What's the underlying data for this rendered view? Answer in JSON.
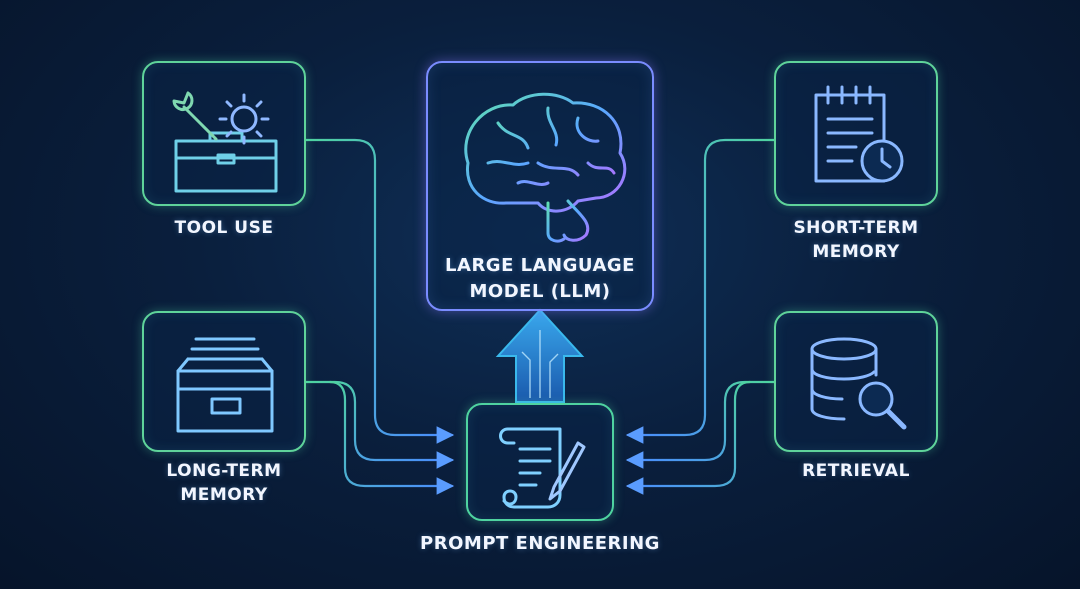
{
  "colors": {
    "background": "#0a1f3d",
    "accent_green": "#5fd39a",
    "accent_blue": "#4aa8ff",
    "accent_purple": "#9b6cff",
    "label_text": "#f2f6ff"
  },
  "nodes": {
    "tool_use": {
      "label": "TOOL USE",
      "icon": "toolbox-icon"
    },
    "short_term_memory": {
      "label_line1": "SHORT-TERM",
      "label_line2": "MEMORY",
      "icon": "clipboard-clock-icon"
    },
    "llm": {
      "label_line1": "LARGE LANGUAGE",
      "label_line2": "MODEL (LLM)",
      "icon": "brain-icon"
    },
    "long_term_memory": {
      "label_line1": "LONG-TERM",
      "label_line2": "MEMORY",
      "icon": "file-drawer-icon"
    },
    "retrieval": {
      "label": "RETRIEVAL",
      "icon": "database-search-icon"
    },
    "prompt_engineering": {
      "label": "PROMPT ENGINEERING",
      "icon": "scroll-pen-icon"
    }
  },
  "edges": [
    {
      "from": "tool_use",
      "to": "prompt_engineering"
    },
    {
      "from": "long_term_memory",
      "to": "prompt_engineering"
    },
    {
      "from": "short_term_memory",
      "to": "prompt_engineering"
    },
    {
      "from": "retrieval",
      "to": "prompt_engineering"
    },
    {
      "from": "prompt_engineering",
      "to": "llm"
    }
  ]
}
